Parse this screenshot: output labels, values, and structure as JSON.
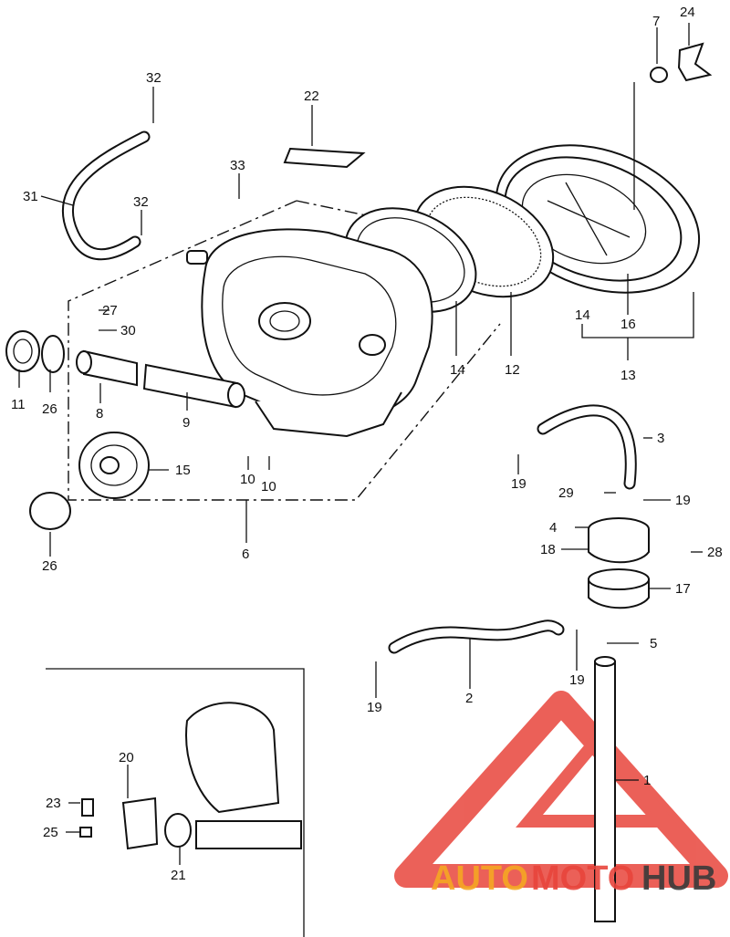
{
  "callouts": {
    "c1": "1",
    "c2": "2",
    "c3": "3",
    "c4": "4",
    "c5": "5",
    "c6": "6",
    "c7": "7",
    "c8": "8",
    "c9": "9",
    "c10a": "10",
    "c10b": "10",
    "c11": "11",
    "c12": "12",
    "c13": "13",
    "c14a": "14",
    "c14b": "14",
    "c15": "15",
    "c16": "16",
    "c17": "17",
    "c18": "18",
    "c19a": "19",
    "c19b": "19",
    "c19c": "19",
    "c19d": "19",
    "c20": "20",
    "c21": "21",
    "c22": "22",
    "c23": "23",
    "c24": "24",
    "c25": "25",
    "c26a": "26",
    "c26b": "26",
    "c27": "27",
    "c28": "28",
    "c29": "29",
    "c30": "30",
    "c31": "31",
    "c32a": "32",
    "c32b": "32",
    "c33": "33"
  },
  "watermark": {
    "part1": "AUTO",
    "part2": "MOTO",
    "part3": "HUB",
    "colors": {
      "orange": "#f5a623",
      "red": "#e8453c",
      "dark": "#3a3a3a"
    }
  }
}
